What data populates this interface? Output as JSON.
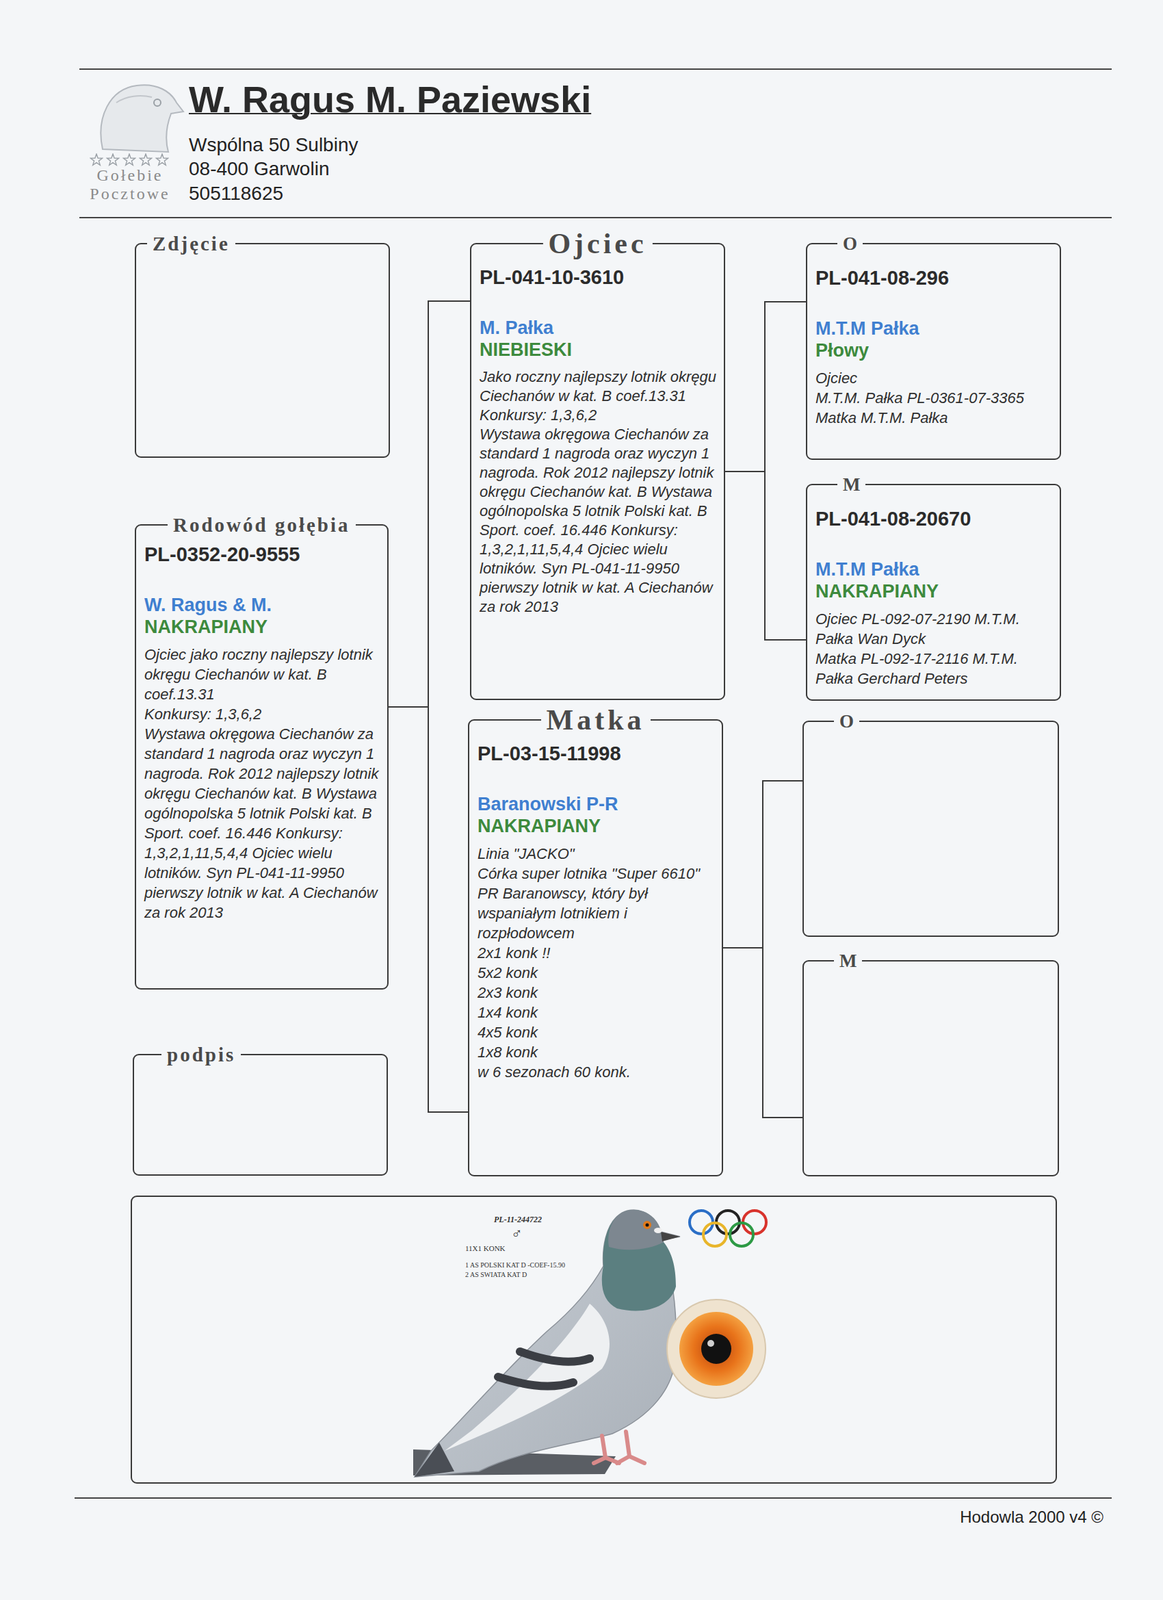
{
  "diagram": {
    "title": "W. Ragus M. Paziewski",
    "nodes": [
      {
        "text": [
          "Zdjęcie"
        ]
      },
      {
        "text": [
          "Rodowód gołębia",
          "PL-0352-20-9555",
          "W. Ragus & M.",
          "NAKRAPIANY",
          "Ojciec jako roczny najlepszy lotnik okręgu Ciechanów w kat. B coef.13.31",
          "Konkursy: 1,3,6,2",
          "Wystawa okręgowa Ciechanów za standard 1 nagroda oraz wyczyn 1 nagroda. Rok 2012 najlepszy lotnik okręgu Ciechanów kat. B Wystawa ogólnopolska 5 lotnik Polski kat. B Sport. coef. 16.446 Konkursy: 1,3,2,1,11,5,4,4 Ojciec wielu lotników. Syn PL-041-11-9950 pierwszy lotnik w kat. A Ciechanów za rok 2013"
        ]
      },
      {
        "text": [
          "podpis"
        ]
      },
      {
        "text": [
          "Ojciec",
          "PL-041-10-3610",
          "M. Pałka",
          "NIEBIESKI",
          "Jako roczny najlepszy lotnik okręgu Ciechanów w kat. B coef.13.31",
          "Konkursy: 1,3,6,2",
          "Wystawa okręgowa Ciechanów za standard 1 nagroda oraz wyczyn 1 nagroda. Rok 2012 najlepszy lotnik okręgu Ciechanów kat. B Wystawa ogólnopolska 5 lotnik Polski kat. B Sport. coef. 16.446 Konkursy: 1,3,2,1,11,5,4,4 Ojciec wielu lotników. Syn PL-041-11-9950 pierwszy lotnik w kat. A Ciechanów za rok 2013"
        ]
      },
      {
        "text": [
          "Matka",
          "PL-03-15-11998",
          "Baranowski P-R",
          "NAKRAPIANY",
          "Linia \"JACKO\"",
          "Córka super lotnika \"Super 6610\" PR Baranowscy, który był wspaniałym lotnikiem i rozpłodowcem",
          "2x1 konk !!",
          "5x2 konk",
          "2x3 konk",
          "1x4 konk",
          "4x5 konk",
          "1x8 konk",
          "w 6 sezonach 60 konk."
        ]
      },
      {
        "text": [
          "O",
          "PL-041-08-296",
          "M.T.M Pałka",
          "Płowy",
          "Ojciec",
          "M.T.M. Pałka PL-0361-07-3365",
          "Matka M.T.M. Pałka"
        ]
      },
      {
        "text": [
          "M",
          "PL-041-08-20670",
          "M.T.M Pałka",
          "NAKRAPIANY",
          "Ojciec PL-092-07-2190 M.T.M. Pałka Wan Dyck",
          "Matka PL-092-17-2116 M.T.M. Pałka Gerchard Peters"
        ]
      },
      {
        "text": [
          "O"
        ]
      },
      {
        "text": [
          "M"
        ]
      },
      {
        "text": [
          "PL-11-244722",
          "♂",
          "11X1 KONK",
          "1 AS POLSKI KAT D -COEF-15.90",
          "2 AS SWIATA KAT D"
        ]
      }
    ],
    "edges": [
      {
        "from": 1,
        "to": 3,
        "arrow": "none"
      },
      {
        "from": 1,
        "to": 4,
        "arrow": "none"
      },
      {
        "from": 3,
        "to": 5,
        "arrow": "none"
      },
      {
        "from": 3,
        "to": 6,
        "arrow": "none"
      },
      {
        "from": 4,
        "to": 7,
        "arrow": "none"
      },
      {
        "from": 4,
        "to": 8,
        "arrow": "none"
      }
    ],
    "labels": [
      "Wspólna 50 Sulbiny",
      "08-400 Garwolin",
      "505118625",
      "Gołebie",
      "Pocztowe",
      "Hodowla 2000 v4 ©"
    ]
  }
}
